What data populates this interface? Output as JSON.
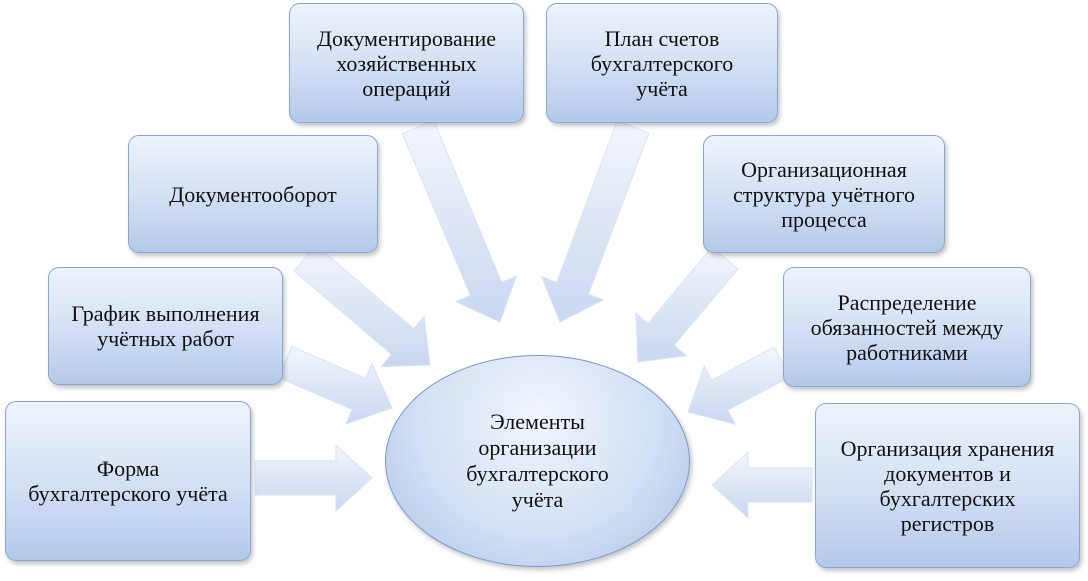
{
  "diagram": {
    "center": {
      "label": "Элементы\nорганизации\nбухгалтерского\nучёта"
    },
    "nodes": [
      {
        "id": "top-left",
        "label": "Документирование\nхозяйственных\nопераций"
      },
      {
        "id": "top-right",
        "label": "План счетов\nбухгалтерского\nучёта"
      },
      {
        "id": "left-2",
        "label": "Документооборот"
      },
      {
        "id": "left-3",
        "label": "График выполнения\nучётных работ"
      },
      {
        "id": "left-4",
        "label": "Форма\nбухгалтерского учёта"
      },
      {
        "id": "right-2",
        "label": "Организационная\nструктура учётного\nпроцесса"
      },
      {
        "id": "right-3",
        "label": "Распределение\nобязанностей между\nработниками"
      },
      {
        "id": "right-4",
        "label": "Организация хранения\nдокументов и\nбухгалтерских\nрегистров"
      }
    ],
    "edges": [
      {
        "from": "top-left",
        "to": "center"
      },
      {
        "from": "top-right",
        "to": "center"
      },
      {
        "from": "left-2",
        "to": "center"
      },
      {
        "from": "left-3",
        "to": "center"
      },
      {
        "from": "left-4",
        "to": "center"
      },
      {
        "from": "right-2",
        "to": "center"
      },
      {
        "from": "right-3",
        "to": "center"
      },
      {
        "from": "right-4",
        "to": "center"
      }
    ],
    "colors": {
      "box_light": "#eef3fb",
      "box_dark": "#b4c9ea",
      "border": "#8ea6c8",
      "arrow": "#cfdcf1"
    }
  }
}
